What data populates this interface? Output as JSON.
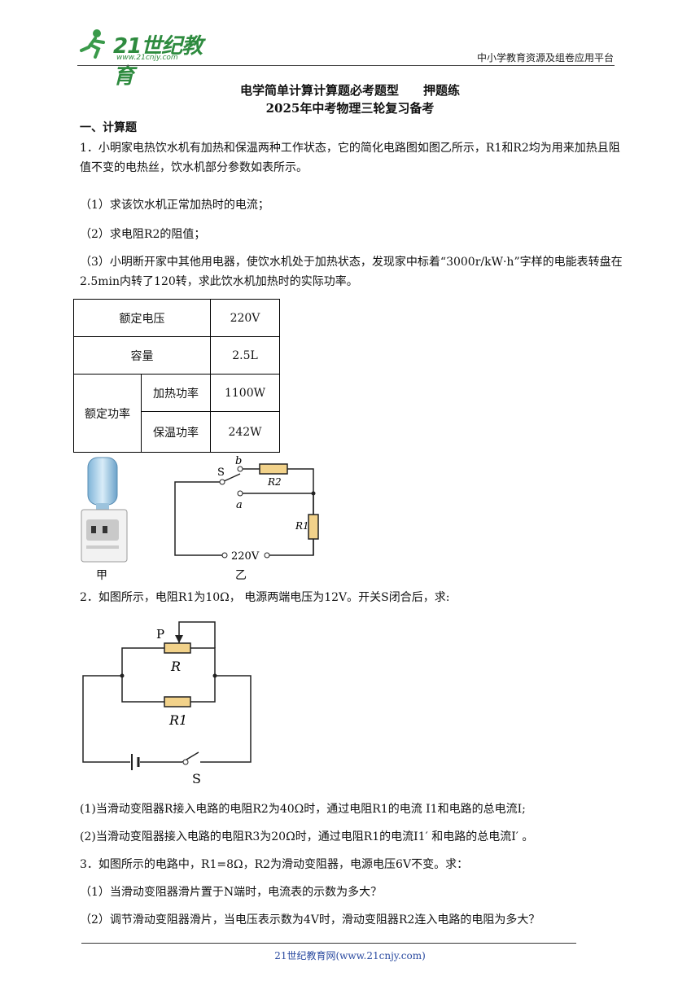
{
  "header": {
    "logo_text": "21世纪教育",
    "logo_url": "www.21cnjy.com",
    "platform": "中小学教育资源及组卷应用平台"
  },
  "title_line1": "电学简单计算计算题必考题型　　押题练",
  "title_line2": "2025年中考物理三轮复习备考",
  "section": "一、计算题",
  "q1": {
    "text1": "1．小明家电热饮水机有加热和保温两种工作状态，它的简化电路图如图乙所示，R1和R2均为用来加热且阻值不变的电热丝，饮水机部分参数如表所示。",
    "s1": "（1）求该饮水机正常加热时的电流；",
    "s2": "（2）求电阻R2的阻值；",
    "s3": "（3）小明断开家中其他用电器，使饮水机处于加热状态，发现家中标着“3000r/kW·h”字样的电能表转盘在2.5min内转了120转，求此饮水机加热时的实际功率。",
    "table": {
      "r1c1": "额定电压",
      "r1c2": "220V",
      "r2c1": "容量",
      "r2c2": "2.5L",
      "r3c1": "额定功率",
      "r3a": "加热功率",
      "r3a_v": "1100W",
      "r3b": "保温功率",
      "r3b_v": "242W"
    },
    "fig_a": "甲",
    "fig_b": "乙",
    "circuit": {
      "s": "S",
      "b": "b",
      "a": "a",
      "r2": "R2",
      "r1": "R1",
      "volt": "220V"
    }
  },
  "q2": {
    "text": "2．如图所示，电阻R1为10Ω， 电源两端电压为12V。开关S闭合后，求:",
    "circuit": {
      "p": "P",
      "r": "R",
      "r1": "R1",
      "s": "S"
    },
    "s1": "(1)当滑动变阻器R接入电路的电阻R2为40Ω时，通过电阻R1的电流 I1和电路的总电流I;",
    "s2": "(2)当滑动变阻器接入电路的电阻R3为20Ω时，通过电阻R1的电流I1′ 和电路的总电流I′ 。"
  },
  "q3": {
    "text": "3．如图所示的电路中，R1=8Ω，R2为滑动变阻器，电源电压6V不变。求：",
    "s1": "（1）当滑动变阻器滑片置于N端时，电流表的示数为多大？",
    "s2": "（2）调节滑动变阻器滑片，当电压表示数为4V时，滑动变阻器R2连入电路的电阻为多大？"
  },
  "footer": "21世纪教育网(www.21cnjy.com)"
}
